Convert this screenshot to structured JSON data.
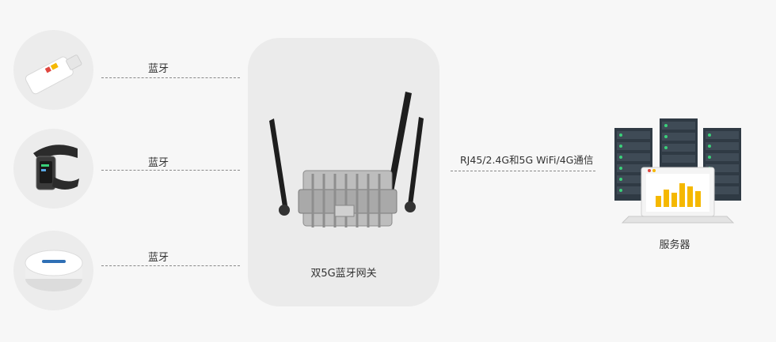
{
  "links": [
    {
      "label": "蓝牙"
    },
    {
      "label": "蓝牙"
    },
    {
      "label": "蓝牙"
    }
  ],
  "gateway": {
    "label": "双5G蓝牙网关"
  },
  "server_link": {
    "label": "RJ45/2.4G和5G WiFi/4G通信"
  },
  "server": {
    "label": "服务器"
  },
  "colors": {
    "accent": "#f5b800",
    "rack": "#2f3a44",
    "led_green": "#3ad17a",
    "led_red": "#e0473f"
  }
}
